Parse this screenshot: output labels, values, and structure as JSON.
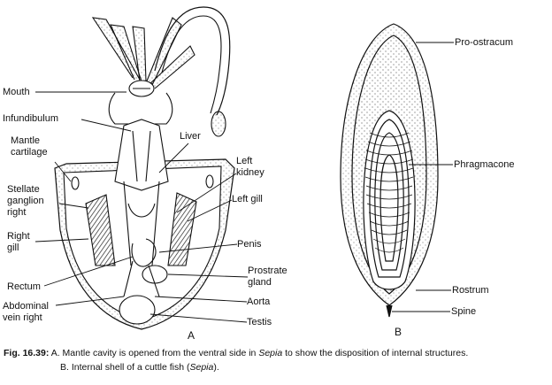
{
  "labels_a": {
    "mouth": "Mouth",
    "infundibulum": "Infundibulum",
    "mantle_cartilage_1": "Mantle",
    "mantle_cartilage_2": "cartilage",
    "liver": "Liver",
    "left_kidney_1": "Left",
    "left_kidney_2": "kidney",
    "stellate_1": "Stellate",
    "stellate_2": "ganglion",
    "stellate_3": "right",
    "left_gill": "Left gill",
    "right_gill_1": "Right",
    "right_gill_2": "gill",
    "penis": "Penis",
    "prostrate_1": "Prostrate",
    "prostrate_2": "gland",
    "rectum": "Rectum",
    "aorta": "Aorta",
    "abdominal_1": "Abdominal",
    "abdominal_2": "vein right",
    "testis": "Testis"
  },
  "labels_b": {
    "pro_ostracum": "Pro-ostracum",
    "phragmacone": "Phragmacone",
    "rostrum": "Rostrum",
    "spine": "Spine"
  },
  "panels": {
    "a": "A",
    "b": "B"
  },
  "caption": {
    "fig": "Fig. 16.39:",
    "line1_a": " A. Mantle cavity is opened from the ventral side in ",
    "line1_i": "Sepia",
    "line1_b": " to show the disposition of internal structures.",
    "line2_a": "B. Internal shell of a cuttle fish (",
    "line2_i": "Sepia",
    "line2_b": ")."
  }
}
